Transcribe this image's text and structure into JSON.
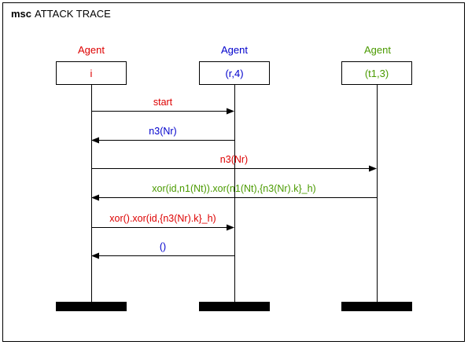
{
  "title": {
    "keyword": "msc",
    "name": "ATTACK TRACE"
  },
  "agents": [
    {
      "role": "Agent",
      "label": "i",
      "color": "#dd0000"
    },
    {
      "role": "Agent",
      "label": "(r,4)",
      "color": "#0000cc"
    },
    {
      "role": "Agent",
      "label": "(t1,3)",
      "color": "#4a9a00"
    }
  ],
  "messages": [
    {
      "from": 0,
      "to": 1,
      "text": "start",
      "color": "#dd0000"
    },
    {
      "from": 1,
      "to": 0,
      "text": "n3(Nr)",
      "color": "#0000cc"
    },
    {
      "from": 0,
      "to": 2,
      "text": "n3(Nr)",
      "color": "#dd0000"
    },
    {
      "from": 2,
      "to": 0,
      "text": "xor(id,n1(Nt)).xor(n1(Nt),{n3(Nr).k}_h)",
      "color": "#4a9a00"
    },
    {
      "from": 0,
      "to": 1,
      "text": "xor().xor(id,{n3(Nr).k}_h)",
      "color": "#dd0000"
    },
    {
      "from": 1,
      "to": 0,
      "text": "()",
      "color": "#0000cc"
    }
  ]
}
